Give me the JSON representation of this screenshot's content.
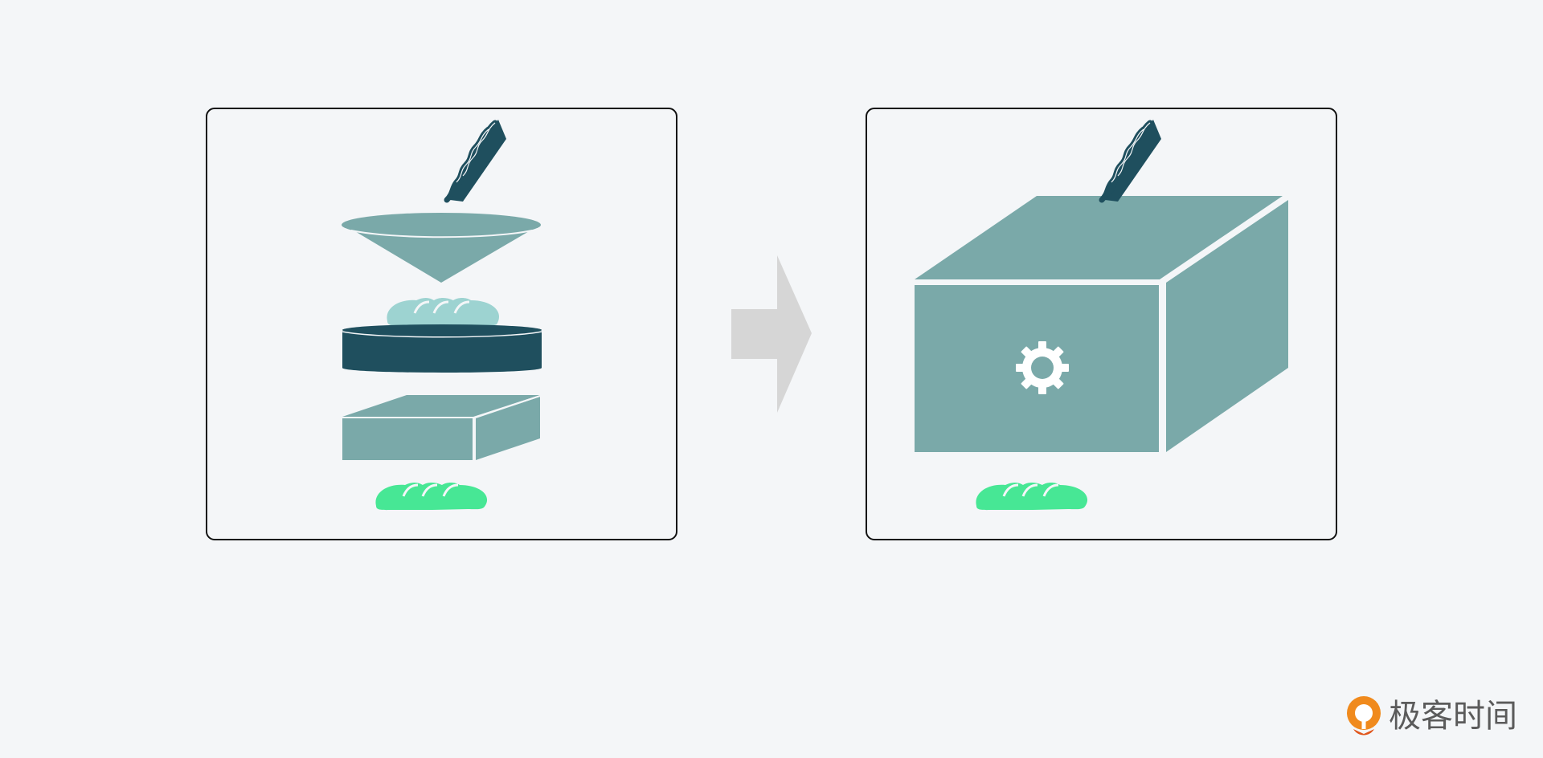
{
  "diagram": {
    "left_panel": {
      "components": [
        "funnel-component",
        "bread-light",
        "cylinder-component",
        "cuboid-component",
        "bread-green"
      ]
    },
    "right_panel": {
      "components": [
        "large-box",
        "gear-icon",
        "bread-green"
      ]
    },
    "arrow": "right-arrow"
  },
  "colors": {
    "background": "#f4f6f8",
    "panel_border": "#111111",
    "teal": "#7aa9a9",
    "dark_teal": "#1f4f5e",
    "light_teal": "#9dd3d1",
    "green": "#47e795",
    "arrow_gray": "#d6d6d6",
    "gear": "#ffffff",
    "logo_orange": "#f08a1d"
  },
  "brand": {
    "name": "极客时间"
  }
}
